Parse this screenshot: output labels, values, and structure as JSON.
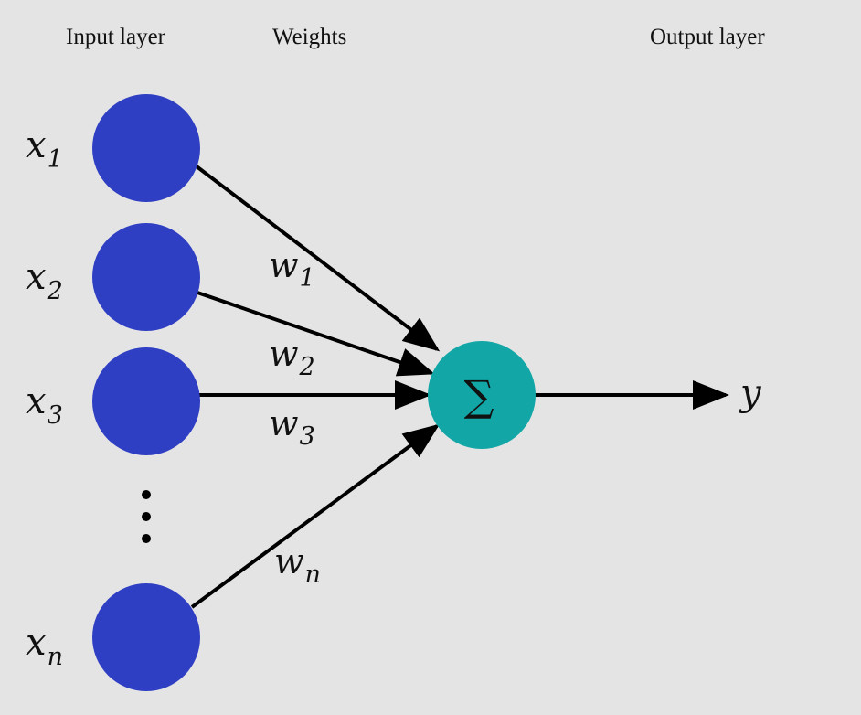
{
  "headings": {
    "input_layer": "Input layer",
    "weights": "Weights",
    "output_layer": "Output layer"
  },
  "inputs": [
    {
      "base": "x",
      "sub": "1"
    },
    {
      "base": "x",
      "sub": "2"
    },
    {
      "base": "x",
      "sub": "3"
    },
    {
      "base": "x",
      "sub": "n"
    }
  ],
  "weights": [
    {
      "base": "w",
      "sub": "1"
    },
    {
      "base": "w",
      "sub": "2"
    },
    {
      "base": "w",
      "sub": "3"
    },
    {
      "base": "w",
      "sub": "n"
    }
  ],
  "summation_symbol": "∑",
  "output": "y",
  "colors": {
    "background": "#e5e4e4",
    "input_node": "#2f3fc4",
    "summation_node": "#12a6a6",
    "edge": "#000000"
  }
}
